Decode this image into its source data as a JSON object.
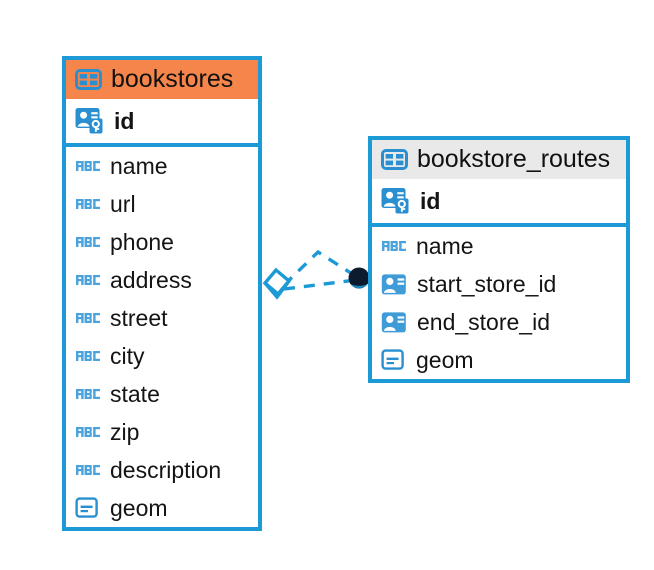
{
  "diagram": {
    "title": "bookstores / bookstore_routes entity relationship",
    "background": "#ffffff",
    "accent_blue": "#1b9ad6",
    "selected_header_color": "#f5854a",
    "unselected_header_color": "#e9e9e9",
    "endpoint_dark": "#0d1b2e"
  },
  "tables": [
    {
      "name": "bookstores",
      "header_icon": "table-icon",
      "selected": true,
      "primary_key": {
        "label": "id",
        "icon": "primary-key-icon"
      },
      "fields": [
        {
          "label": "name",
          "icon": "text-abc-icon"
        },
        {
          "label": "url",
          "icon": "text-abc-icon"
        },
        {
          "label": "phone",
          "icon": "text-abc-icon"
        },
        {
          "label": "address",
          "icon": "text-abc-icon"
        },
        {
          "label": "street",
          "icon": "text-abc-icon"
        },
        {
          "label": "city",
          "icon": "text-abc-icon"
        },
        {
          "label": "state",
          "icon": "text-abc-icon"
        },
        {
          "label": "zip",
          "icon": "text-abc-icon"
        },
        {
          "label": "description",
          "icon": "text-abc-icon"
        },
        {
          "label": "geom",
          "icon": "geometry-icon"
        }
      ]
    },
    {
      "name": "bookstore_routes",
      "header_icon": "table-icon",
      "selected": false,
      "primary_key": {
        "label": "id",
        "icon": "primary-key-icon"
      },
      "fields": [
        {
          "label": "name",
          "icon": "text-abc-icon"
        },
        {
          "label": "start_store_id",
          "icon": "foreign-key-icon"
        },
        {
          "label": "end_store_id",
          "icon": "foreign-key-icon"
        },
        {
          "label": "geom",
          "icon": "geometry-icon"
        }
      ]
    }
  ],
  "relationship": {
    "source_table": "bookstores",
    "target_table": "bookstore_routes",
    "source_endpoint": "diamond-endpoint-icon",
    "target_endpoint": "filled-circle-endpoint-icon",
    "line_style": "dashed",
    "line_color": "#1b9ad6"
  }
}
